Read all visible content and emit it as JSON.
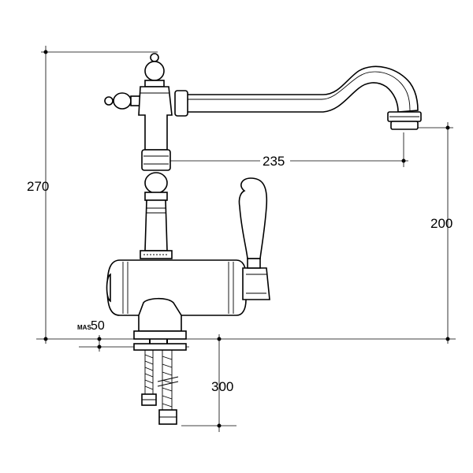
{
  "dimensions": {
    "height_total": "270",
    "height_spout": "200",
    "reach": "235",
    "hose_length": "300",
    "max_thickness_prefix": "MAS",
    "max_thickness": "50"
  }
}
